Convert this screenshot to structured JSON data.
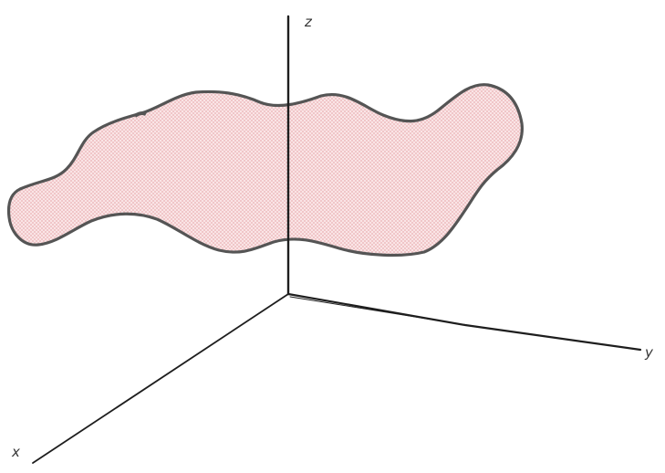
{
  "diagram": {
    "axes": {
      "z_label": "z",
      "y_label": "y",
      "x_label": "x"
    },
    "surface": {
      "fill_color": "#f4c7c9",
      "stroke_color": "#555555",
      "hatch_color": "#e9a0a4"
    },
    "axis_color": "#1e1e1e"
  }
}
